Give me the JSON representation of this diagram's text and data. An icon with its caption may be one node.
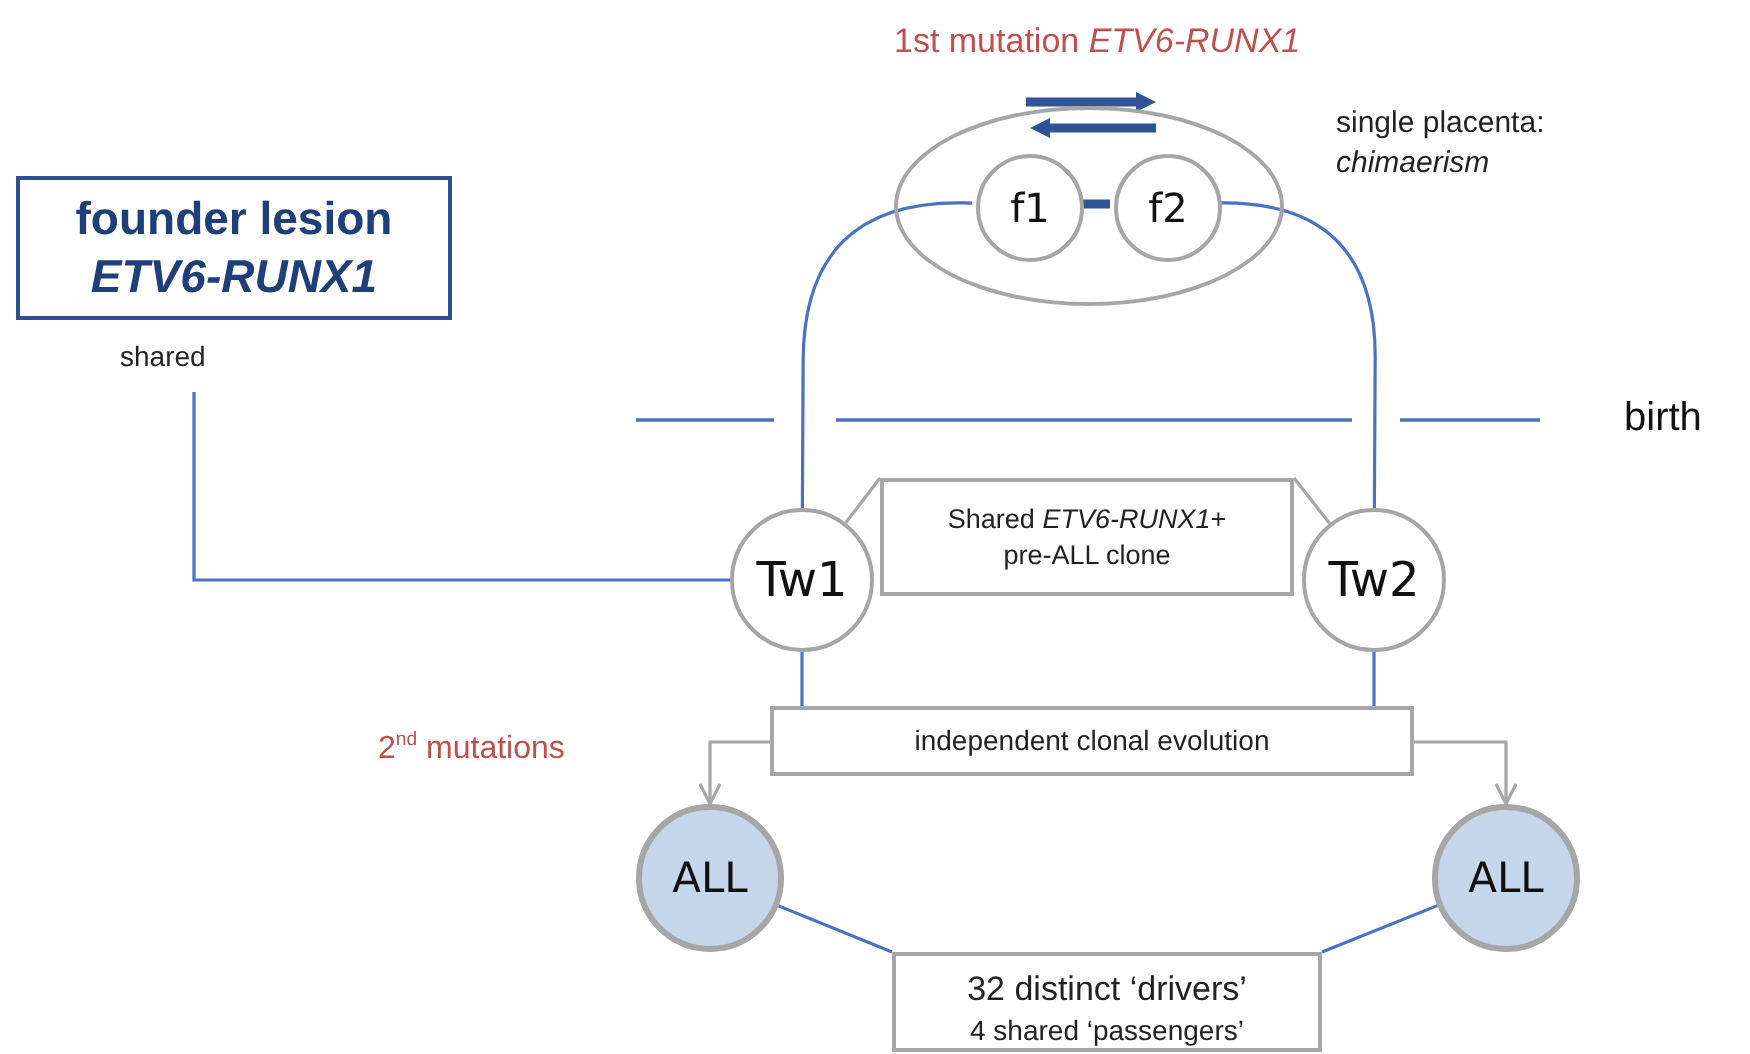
{
  "diagram": {
    "nodes": [
      {
        "text": [],
        "shape": "ellipse"
      },
      {
        "text": [
          "f1"
        ],
        "in": 0
      },
      {
        "text": [
          "f2"
        ],
        "in": 0
      },
      {
        "text": [
          "founder lesion",
          "ETV6-RUNX1"
        ],
        "beside": [
          "shared"
        ]
      },
      {
        "text": [
          "Tw1"
        ]
      },
      {
        "text": [
          "Shared *ETV6-RUNX1*+ pre-ALL clone"
        ]
      },
      {
        "text": [
          "Tw2"
        ]
      },
      {
        "text": [
          "independent clonal evolution"
        ]
      },
      {
        "text": [
          "ALL"
        ]
      },
      {
        "text": [
          "ALL"
        ]
      },
      {
        "text": [
          "32 distinct ‘drivers’",
          "4 shared ‘passengers’"
        ]
      }
    ],
    "edges": [
      {
        "from": 1,
        "to": 2,
        "arrow": "none",
        "style": "thick",
        "color": "#2f5597"
      },
      {
        "from": 1,
        "to": 4,
        "arrow": "none"
      },
      {
        "from": 2,
        "to": 6,
        "arrow": "none"
      },
      {
        "from": 3,
        "to": 4,
        "arrow": "none"
      },
      {
        "from": 4,
        "to": 5,
        "arrow": "none",
        "color": "#a6a6a6"
      },
      {
        "from": 6,
        "to": 5,
        "arrow": "none",
        "color": "#a6a6a6"
      },
      {
        "from": 4,
        "to": 7,
        "arrow": "none"
      },
      {
        "from": 6,
        "to": 7,
        "arrow": "none"
      },
      {
        "from": 7,
        "to": 8,
        "arrow": "to",
        "color": "#a6a6a6"
      },
      {
        "from": 7,
        "to": 9,
        "arrow": "to",
        "color": "#a6a6a6"
      },
      {
        "from": 8,
        "to": 10,
        "arrow": "none"
      },
      {
        "from": 9,
        "to": 10,
        "arrow": "none"
      }
    ],
    "labels": [
      "1st mutation *ETV6-RUNX1*",
      "single placenta: *chimaerism*",
      "birth",
      "2$^{nd}$ mutations"
    ]
  }
}
